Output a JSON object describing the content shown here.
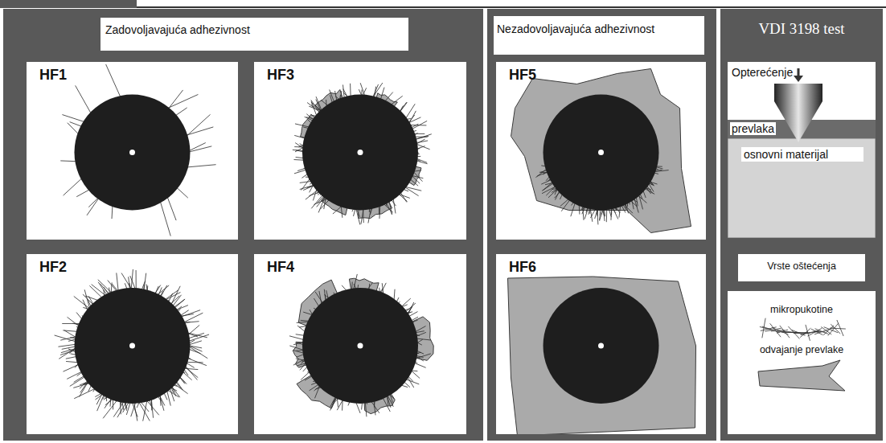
{
  "diagram": {
    "nodes": [
      {
        "text": [
          "Zadovoljavajuća adhezivnost"
        ]
      },
      {
        "text": [
          "HF1"
        ],
        "in": 0
      },
      {
        "text": [
          "HF3"
        ],
        "in": 0
      },
      {
        "text": [
          "HF2"
        ],
        "in": 0
      },
      {
        "text": [
          "HF4"
        ],
        "in": 0
      },
      {
        "text": [
          "Nezadovoljavajuća adhezivnost"
        ]
      },
      {
        "text": [
          "HF5"
        ],
        "in": 5
      },
      {
        "text": [
          "HF6"
        ],
        "in": 5
      },
      {
        "text": [
          "VDI 3198 test"
        ]
      },
      {
        "text": [
          "Opterećenje",
          "prevlaka",
          "osnovni materijal"
        ],
        "in": 8
      },
      {
        "text": [
          "Vrste oštećenja"
        ],
        "in": 8
      },
      {
        "text": [
          "mikropukotine",
          "odvajanje prevlake"
        ],
        "in": 8
      }
    ]
  }
}
